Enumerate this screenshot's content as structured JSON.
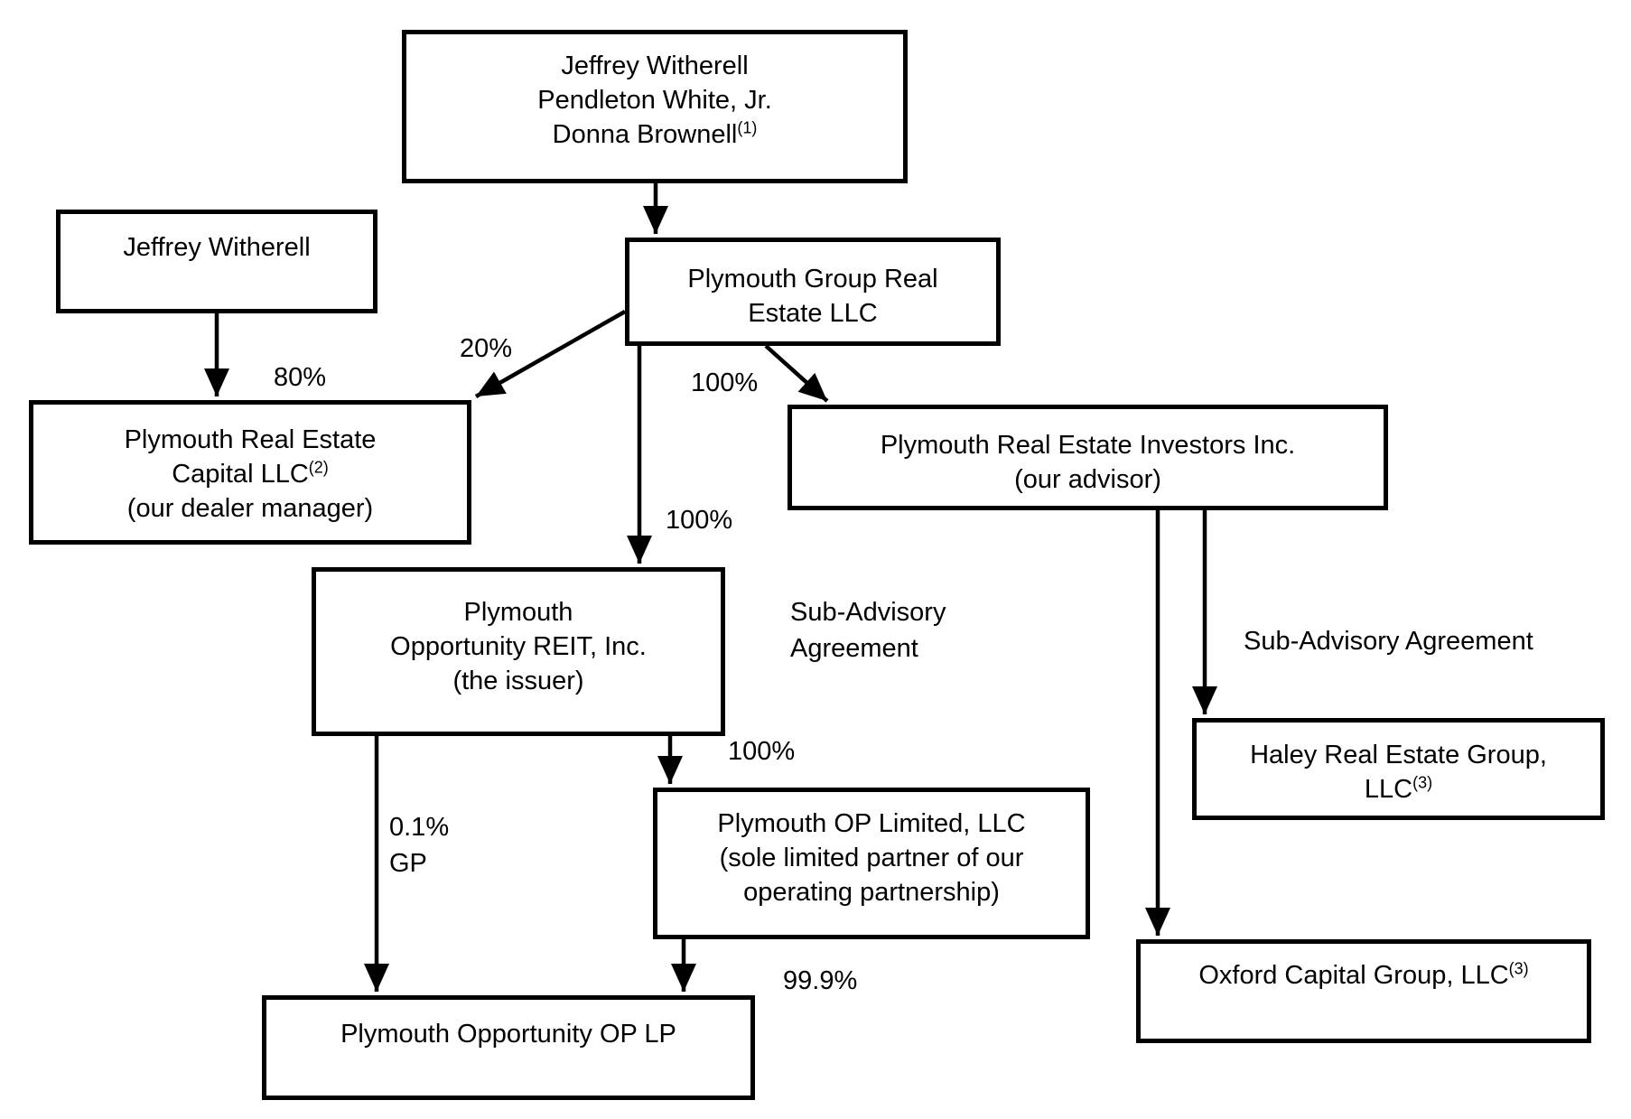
{
  "diagram": {
    "title": "Plymouth Opportunity REIT organizational structure",
    "boxes": {
      "directors": {
        "line1": "Jeffrey Witherell",
        "line2": "Pendleton White, Jr.",
        "line3": "Donna Brownell",
        "sup": "(1)"
      },
      "witherell": {
        "line1": "Jeffrey Witherell"
      },
      "pgre": {
        "line1": "Plymouth Group Real",
        "line2": "Estate LLC"
      },
      "prec": {
        "line1": "Plymouth Real Estate",
        "line2": "Capital LLC",
        "sup": "(2)",
        "line3": "(our dealer manager)"
      },
      "prei": {
        "line1": "Plymouth Real Estate Investors Inc.",
        "line2": "(our advisor)"
      },
      "reit": {
        "line1": "Plymouth",
        "line2": "Opportunity REIT, Inc.",
        "line3": "(the issuer)"
      },
      "opltd": {
        "line1": "Plymouth OP Limited, LLC",
        "line2": "(sole limited partner of our",
        "line3": "operating partnership)"
      },
      "haley": {
        "line1": "Haley Real Estate Group,",
        "line2": "LLC",
        "sup": "(3)"
      },
      "oxford": {
        "line1": "Oxford Capital Group, LLC",
        "sup": "(3)"
      },
      "oplp": {
        "line1": "Plymouth Opportunity OP LP"
      }
    },
    "labels": {
      "pct80": "80%",
      "pct20": "20%",
      "pct100_advisor": "100%",
      "pct100_reit": "100%",
      "pct100_opltd": "100%",
      "pct01": "0.1%",
      "gp": "GP",
      "pct999": "99.9%",
      "subadvisory_left_line1": "Sub-Advisory",
      "subadvisory_left_line2": "Agreement",
      "subadvisory_right": "Sub-Advisory Agreement"
    },
    "connections": [
      {
        "from": "directors",
        "to": "pgre",
        "label": ""
      },
      {
        "from": "witherell",
        "to": "prec",
        "label": "80%"
      },
      {
        "from": "pgre",
        "to": "prec",
        "label": "20%"
      },
      {
        "from": "pgre",
        "to": "prei",
        "label": "100%"
      },
      {
        "from": "pgre",
        "to": "reit",
        "label": "100%"
      },
      {
        "from": "reit",
        "to": "opltd",
        "label": "100%"
      },
      {
        "from": "reit",
        "to": "oplp",
        "label": "0.1% GP"
      },
      {
        "from": "opltd",
        "to": "oplp",
        "label": "99.9%"
      },
      {
        "from": "prei",
        "to": "haley",
        "label": "Sub-Advisory Agreement"
      },
      {
        "from": "prei",
        "to": "oxford",
        "label": "Sub-Advisory Agreement"
      }
    ],
    "colors": {
      "line": "#000000",
      "box_fill": "#ffffff",
      "text": "#000000"
    }
  }
}
